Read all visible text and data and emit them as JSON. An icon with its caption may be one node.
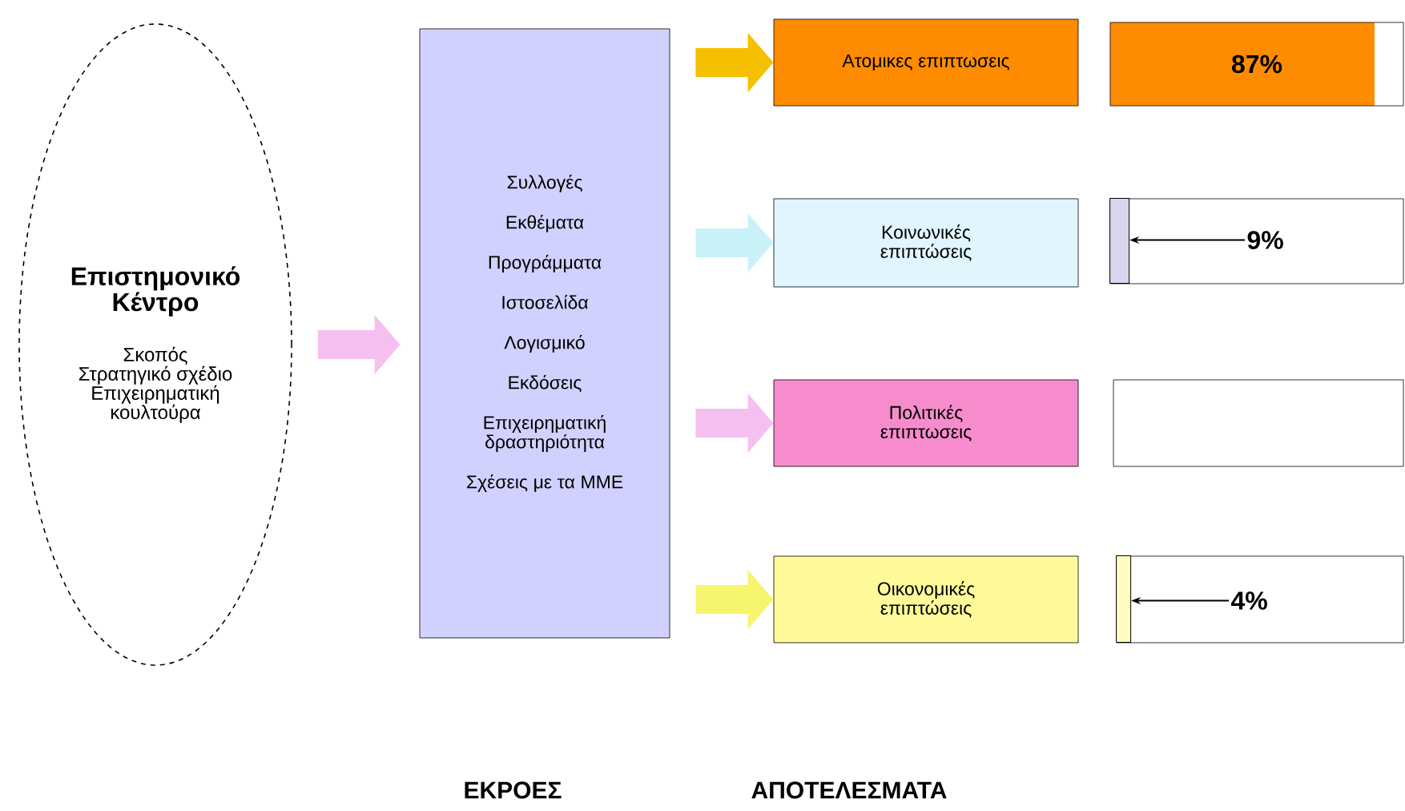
{
  "diagram": {
    "nodes": [
      {
        "text": [
          "Επιστημονικό Κέντρο",
          "Σκοπός Στρατηγικό σχέδιο Επιχειρηματική κουλτούρα"
        ]
      },
      {
        "text": [
          "Συλλογές",
          "Εκθέματα",
          "Προγράμματα",
          "Ιστοσελίδα",
          "Λογισμικό",
          "Εκδόσεις",
          "Επιχειρηματική δραστηριότητα",
          "Σχέσεις με τα ΜΜΕ"
        ]
      },
      {
        "text": [
          "Ατομικες επιπτωσεις"
        ]
      },
      {
        "text": [
          "87%"
        ]
      },
      {
        "text": [
          "Κοινωνικές επιπτώσεις"
        ]
      },
      {
        "text": [],
        "shape": "box"
      },
      {
        "text": [],
        "shape": "bar",
        "in": 5
      },
      {
        "text": [
          "9%"
        ],
        "in": 5
      },
      {
        "text": [
          "Πολιτικές επιπτωσεις"
        ]
      },
      {
        "text": [],
        "shape": "box"
      },
      {
        "text": [
          "Οικονομικές επιπτώσεις"
        ]
      },
      {
        "text": [],
        "shape": "box"
      },
      {
        "text": [],
        "shape": "bar",
        "in": 11
      },
      {
        "text": [
          "4%"
        ],
        "in": 11
      }
    ],
    "edges": [
      {
        "from": 0,
        "to": 1,
        "arrow": "to",
        "color": "#f5c0f0"
      },
      {
        "from": 1,
        "to": 2,
        "arrow": "to",
        "color": "#f5c000"
      },
      {
        "from": 1,
        "to": 4,
        "arrow": "to",
        "color": "#c8f2f8"
      },
      {
        "from": 1,
        "to": 8,
        "arrow": "to",
        "color": "#f5c0f0"
      },
      {
        "from": 1,
        "to": 10,
        "arrow": "to",
        "color": "#f5f570"
      },
      {
        "from": 7,
        "to": 6,
        "arrow": "to",
        "color": "#000000"
      },
      {
        "from": 13,
        "to": 12,
        "arrow": "to",
        "color": "#000000"
      }
    ],
    "labels": [
      "ΕΚΡΟΕΣ",
      "ΑΠΟΤΕΛΕΣΜΑΤΑ"
    ]
  }
}
